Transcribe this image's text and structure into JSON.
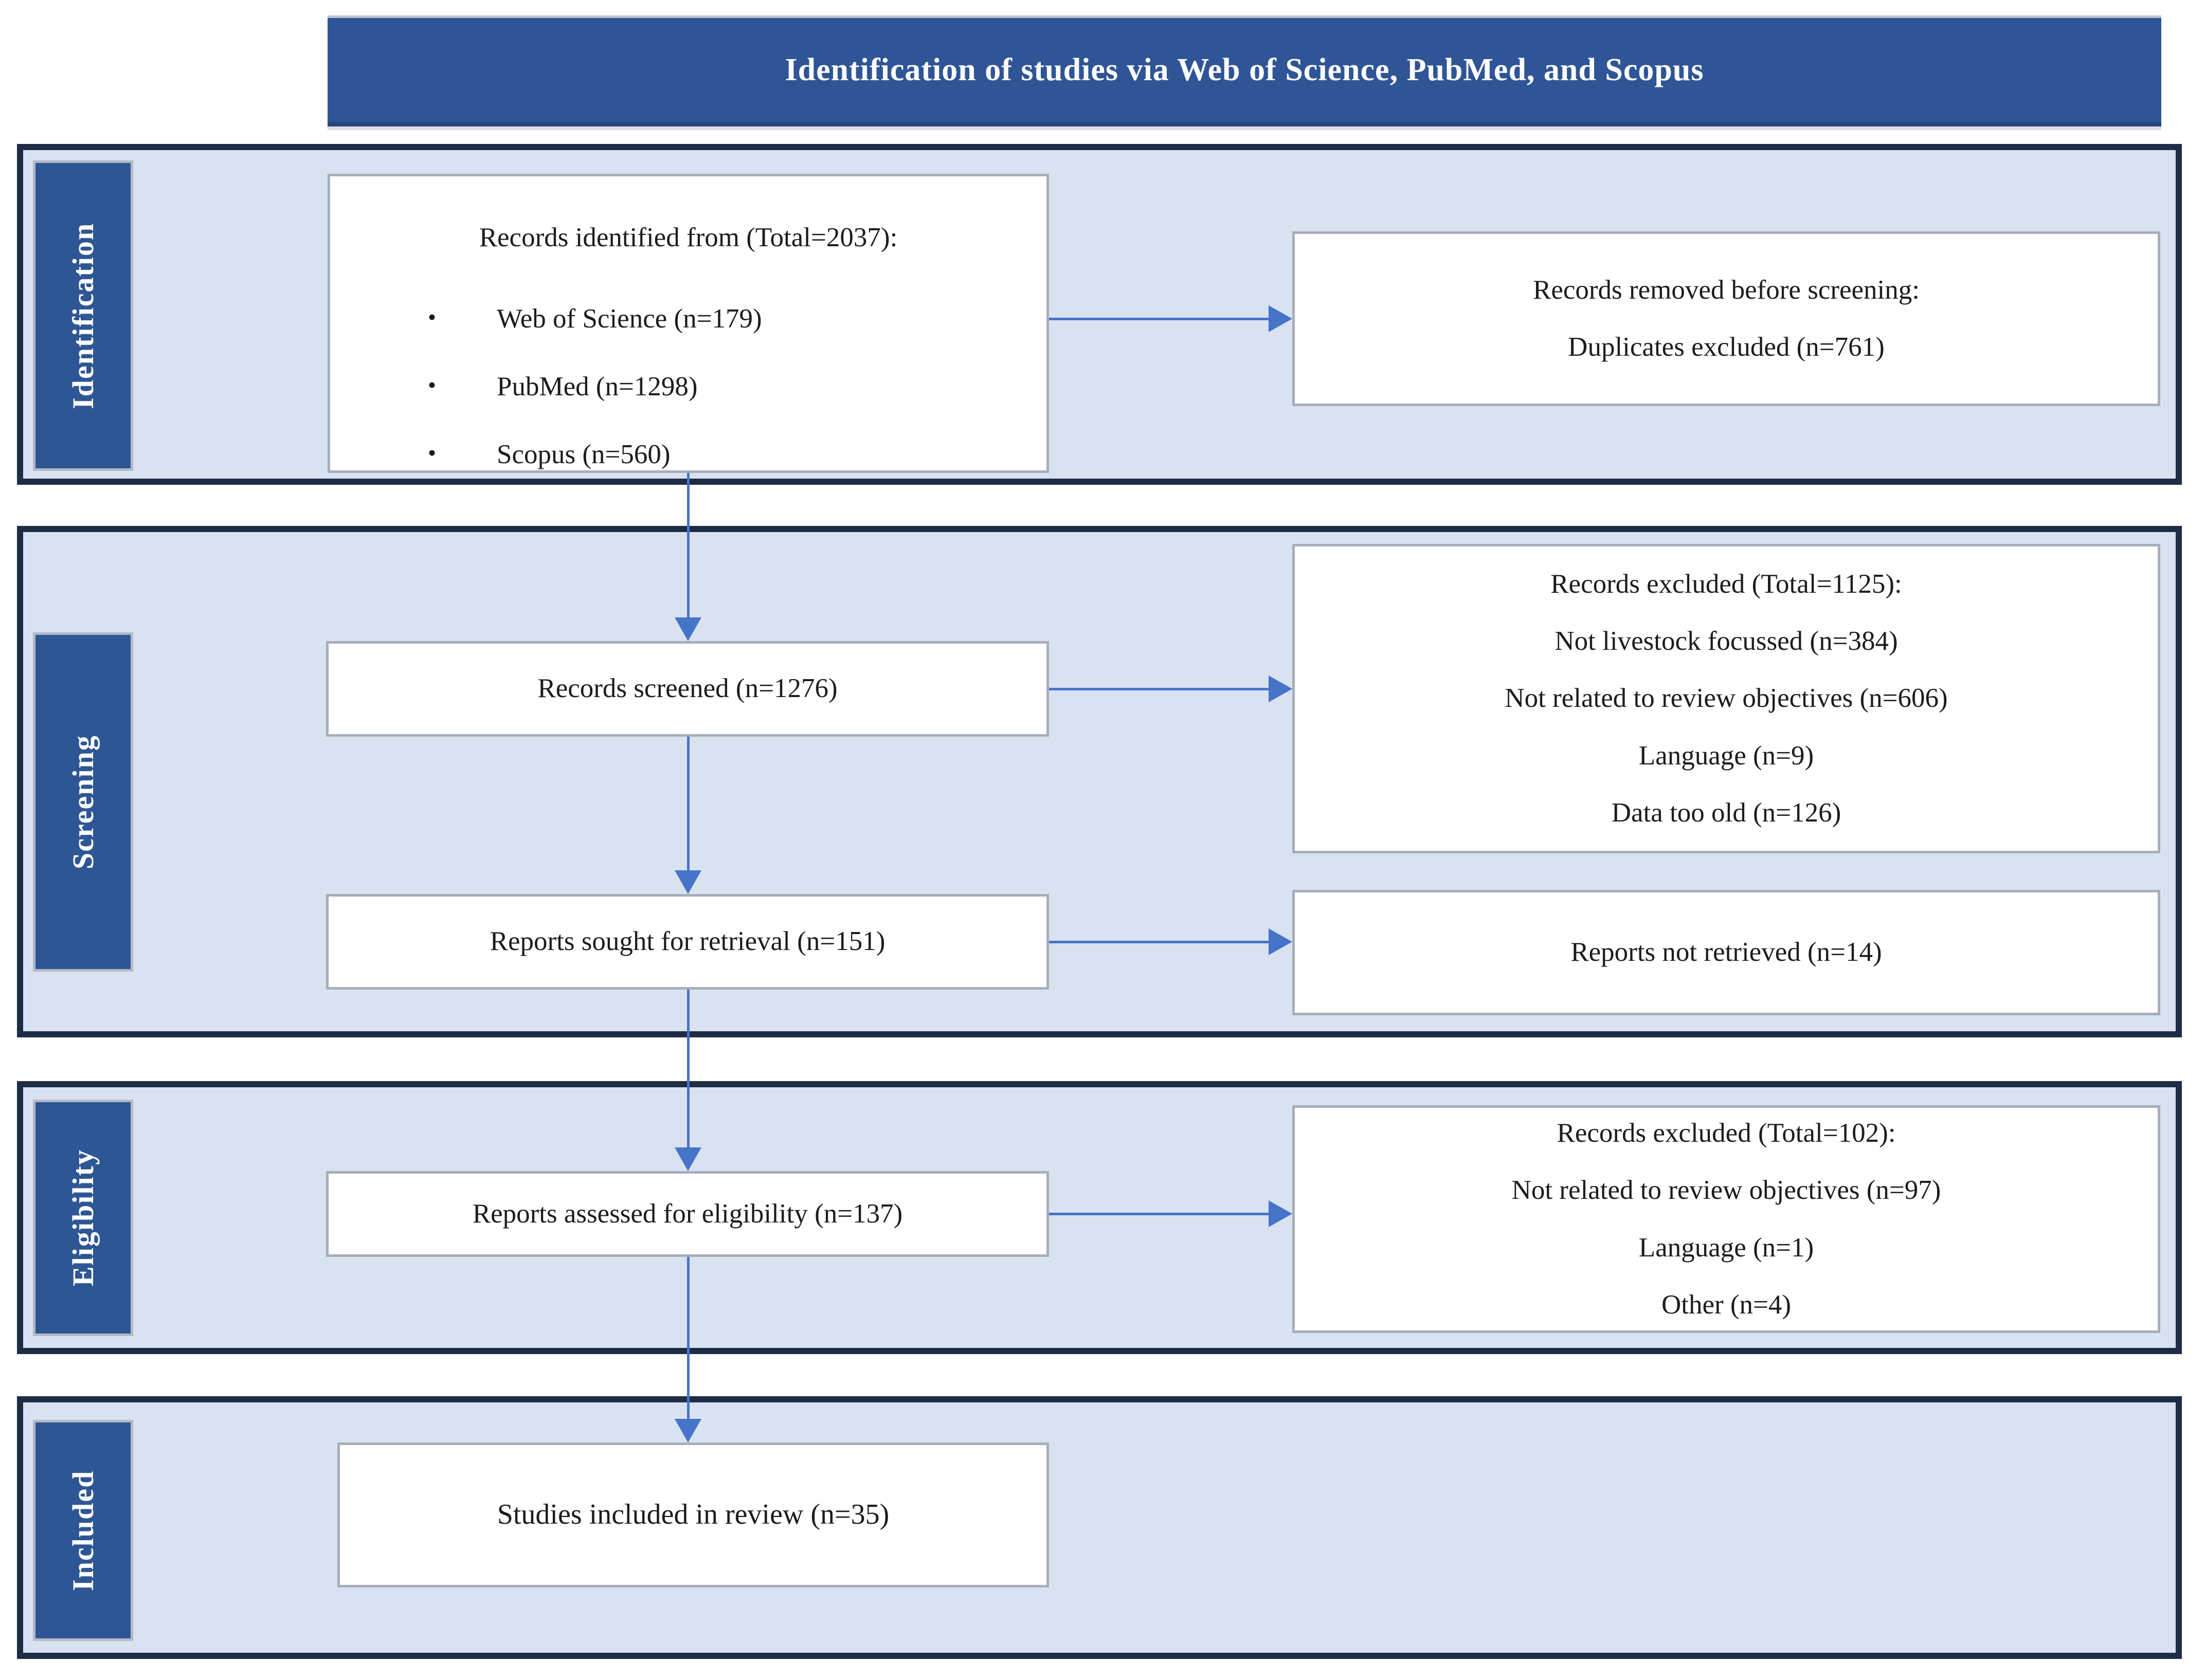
{
  "title_bar": {
    "text": "Identification of studies via Web of Science, PubMed, and Scopus"
  },
  "glyphs": {
    "bullet": "•"
  },
  "colors": {
    "page-bg": "#FFFFFF",
    "title-bg": "#2F5597",
    "title-text": "#FFFFFF",
    "section-bg": "#D9E2F1",
    "section-border": "#1F2C46",
    "label-bg": "#2E5695",
    "label-border": "#B3BAC6",
    "label-text": "#FFFFFF",
    "box-bg": "#FFFFFF",
    "box-border": "#A8AEB8",
    "box-text": "#1C1C1C",
    "arrow": "#4574C8"
  },
  "sections": [
    {
      "label": "Identification"
    },
    {
      "label": "Screening"
    },
    {
      "label": "Eligibility"
    },
    {
      "label": "Included"
    }
  ],
  "boxes": {
    "identified": {
      "heading": "Records identified from (Total=2037):",
      "bullets": [
        "Web of Science (n=179)",
        "PubMed (n=1298)",
        "Scopus (n=560)"
      ]
    },
    "removed": {
      "lines": [
        "Records removed before screening:",
        "Duplicates excluded (n=761)"
      ]
    },
    "screened": {
      "text": "Records screened (n=1276)"
    },
    "excluded_screening": {
      "lines": [
        "Records excluded (Total=1125):",
        "Not livestock focussed (n=384)",
        "Not related to review objectives (n=606)",
        "Language (n=9)",
        "Data too old (n=126)"
      ]
    },
    "sought": {
      "text": "Reports sought for retrieval (n=151)"
    },
    "not_retrieved": {
      "text": "Reports not retrieved (n=14)"
    },
    "assessed": {
      "text": "Reports assessed for eligibility (n=137)"
    },
    "excluded_eligibility": {
      "lines": [
        "Records excluded (Total=102):",
        "Not related to review objectives (n=97)",
        "Language (n=1)",
        "Other (n=4)"
      ]
    },
    "included": {
      "text": "Studies included in review (n=35)"
    }
  }
}
